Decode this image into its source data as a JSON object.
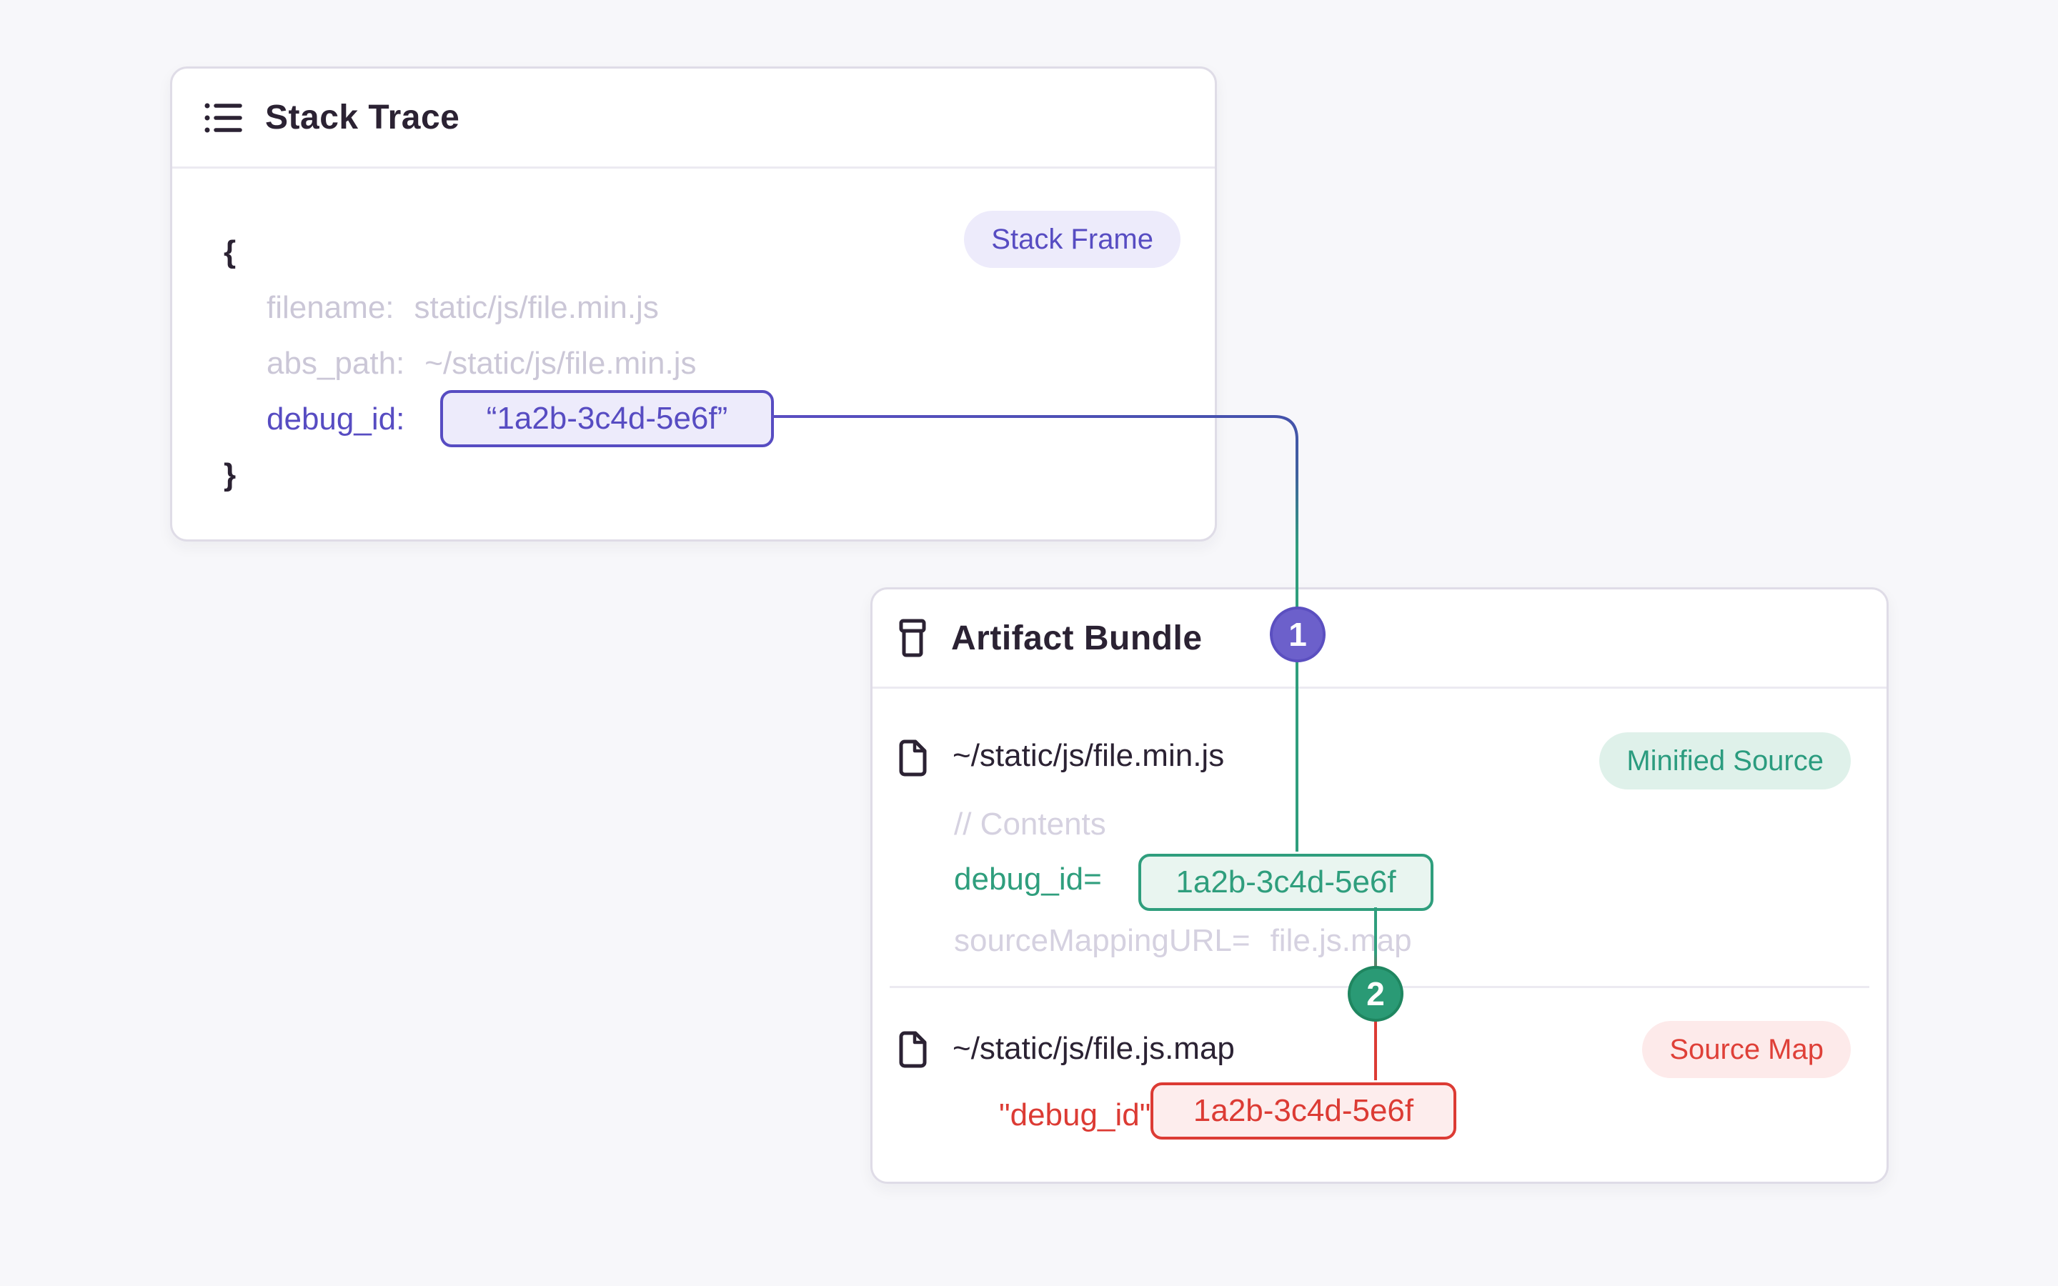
{
  "colors": {
    "background": "#F7F7FA",
    "card_border": "#DFDCE7",
    "text_dark": "#2B2233",
    "text_muted": "#CBC7D7",
    "purple": "#574CC2",
    "purple_bg": "#EDEBFB",
    "green": "#2F9E7D",
    "green_bg": "#E9F5F0",
    "red": "#DC3B34",
    "red_bg": "#FDEDED"
  },
  "stack_trace": {
    "title": "Stack Trace",
    "frame_badge": "Stack Frame",
    "open_brace": "{",
    "close_brace": "}",
    "fields": [
      {
        "key": "filename:",
        "value": "static/js/file.min.js"
      },
      {
        "key": "abs_path:",
        "value": "~/static/js/file.min.js"
      },
      {
        "key": "debug_id:",
        "value": "“1a2b-3c4d-5e6f”"
      }
    ]
  },
  "artifact_bundle": {
    "title": "Artifact Bundle",
    "files": [
      {
        "path": "~/static/js/file.min.js",
        "type_badge": "Minified Source",
        "comment": "// Contents",
        "debug_key": "debug_id=",
        "debug_value": "1a2b-3c4d-5e6f",
        "mapping_key": "sourceMappingURL=",
        "mapping_value": "file.js.map"
      },
      {
        "path": "~/static/js/file.js.map",
        "type_badge": "Source Map",
        "debug_key": "\"debug_id\":",
        "debug_value": "1a2b-3c4d-5e6f"
      }
    ]
  },
  "connectors": [
    {
      "label": "1",
      "from_color": "#5A4EC2",
      "to_color": "#2F9E7D"
    },
    {
      "label": "2",
      "from_color": "#2F9E7D",
      "to_color": "#DC3B34"
    }
  ]
}
